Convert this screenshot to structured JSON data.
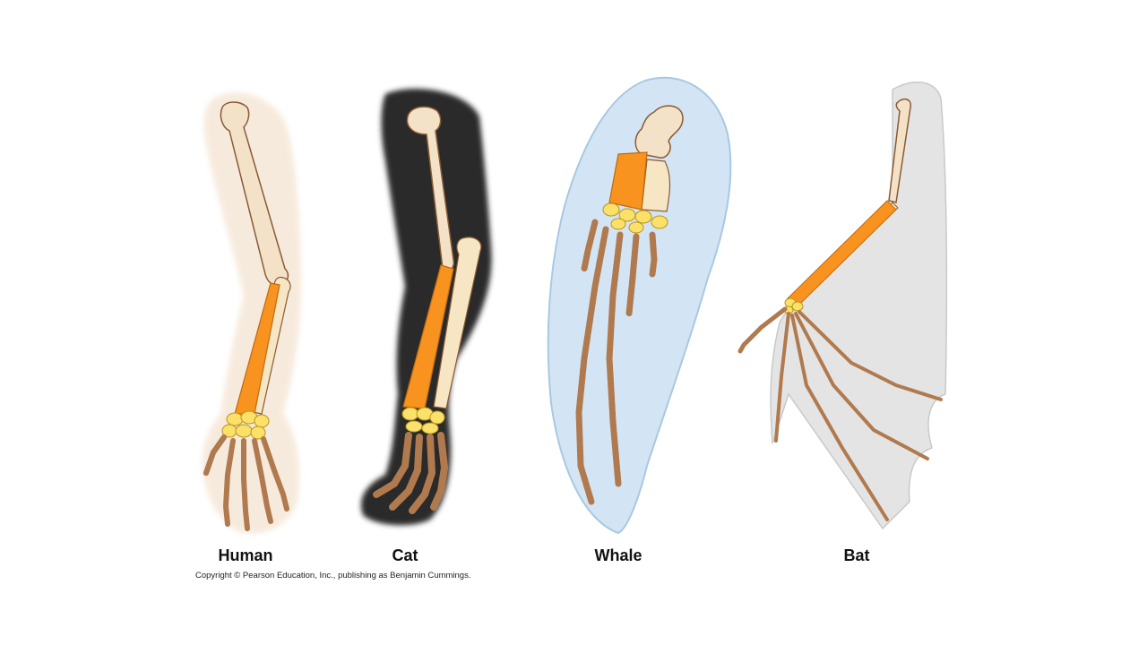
{
  "labels": {
    "human": "Human",
    "cat": "Cat",
    "whale": "Whale",
    "bat": "Bat"
  },
  "copyright": "Copyright © Pearson Education, Inc., publishing as Benjamin Cummings.",
  "colors": {
    "humerus": "#f3e2c8",
    "radius": "#f7931e",
    "ulna": "#f6e6c4",
    "carpals": "#fbe06a",
    "metacarpals_phalanges": "#b07a4e",
    "bone_outline": "#8a5a34",
    "human_skin": "#f4e4d2",
    "cat_fur": "#2b2b2b",
    "whale_flipper": "#cfe3f3",
    "bat_wing": "#e4e4e4"
  }
}
